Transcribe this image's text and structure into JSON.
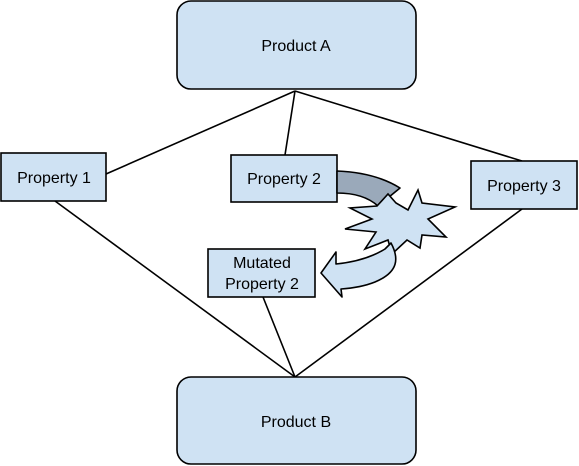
{
  "diagram": {
    "colors": {
      "box_fill": "#cfe2f3",
      "box_stroke": "#000000",
      "line": "#000000",
      "arrow_dark_fill": "#9aa9ba",
      "arrow_light_fill": "#cfe2f3",
      "starburst_fill": "#cfe2f3"
    },
    "nodes": {
      "product_a": {
        "label": "Product A"
      },
      "property_1": {
        "label": "Property 1"
      },
      "property_2": {
        "label": "Property 2"
      },
      "property_3": {
        "label": "Property 3"
      },
      "mutated_property_2": {
        "line1": "Mutated",
        "line2": "Property 2"
      },
      "product_b": {
        "label": "Product B"
      }
    },
    "icons": {
      "mutation": "starburst-icon",
      "flow": "curved-arrow-icon"
    }
  }
}
